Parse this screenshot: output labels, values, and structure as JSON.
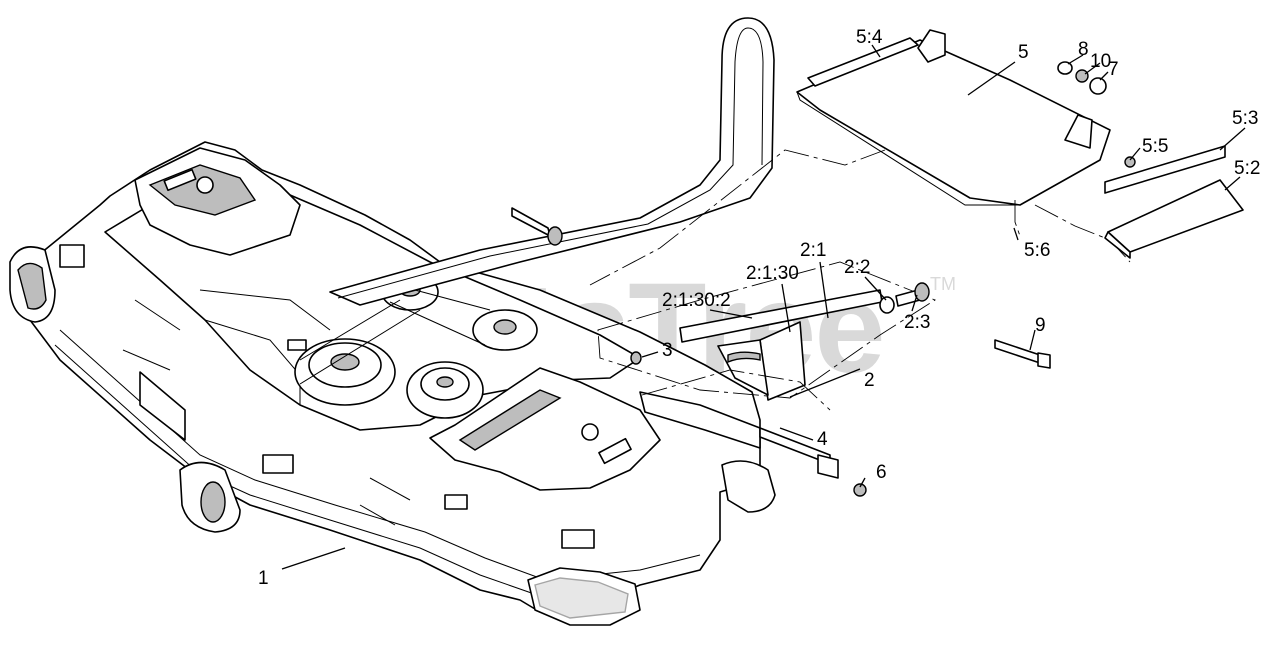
{
  "watermark": {
    "text": "PartsTree",
    "trademark": "TM"
  },
  "callouts": [
    {
      "id": "1",
      "text": "1"
    },
    {
      "id": "2",
      "text": "2"
    },
    {
      "id": "2_1",
      "text": "2:1"
    },
    {
      "id": "2_1_30",
      "text": "2:1:30"
    },
    {
      "id": "2_1_30_2",
      "text": "2:1:30:2"
    },
    {
      "id": "2_2",
      "text": "2:2"
    },
    {
      "id": "2_3",
      "text": "2:3"
    },
    {
      "id": "3",
      "text": "3"
    },
    {
      "id": "4",
      "text": "4"
    },
    {
      "id": "5",
      "text": "5"
    },
    {
      "id": "5_2",
      "text": "5:2"
    },
    {
      "id": "5_3",
      "text": "5:3"
    },
    {
      "id": "5_4",
      "text": "5:4"
    },
    {
      "id": "5_5",
      "text": "5:5"
    },
    {
      "id": "5_6",
      "text": "5:6"
    },
    {
      "id": "6",
      "text": "6"
    },
    {
      "id": "7",
      "text": "7"
    },
    {
      "id": "8",
      "text": "8"
    },
    {
      "id": "9",
      "text": "9"
    },
    {
      "id": "10",
      "text": "10"
    }
  ]
}
